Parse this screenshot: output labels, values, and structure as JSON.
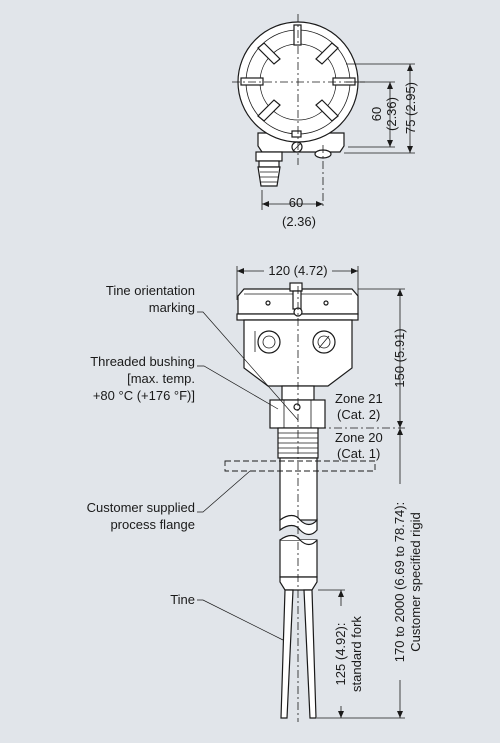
{
  "top_view": {
    "dim_horizontal_mm": "60",
    "dim_horizontal_in": "(2.36)",
    "dim_vertical_60_mm": "60",
    "dim_vertical_60_in": "(2.36)",
    "dim_vertical_75": "75 (2.95)"
  },
  "side_view": {
    "dim_width": "120 (4.72)",
    "dim_head_height": "150 (5.91)",
    "dim_rigid_length": "170 to 2000 (6.69 to 78.74):",
    "dim_rigid_note": "Customer specified rigid",
    "dim_fork_length": "125 (4.92):",
    "dim_fork_note": "standard fork",
    "zone21_line1": "Zone 21",
    "zone21_line2": "(Cat. 2)",
    "zone20_line1": "Zone 20",
    "zone20_line2": "(Cat. 1)"
  },
  "callouts": {
    "tine_orientation_1": "Tine orientation",
    "tine_orientation_2": "marking",
    "bushing_1": "Threaded bushing",
    "bushing_2": "[max. temp.",
    "bushing_3": "+80 °C (+176 °F)]",
    "flange_1": "Customer supplied",
    "flange_2": "process flange",
    "tine": "Tine"
  }
}
